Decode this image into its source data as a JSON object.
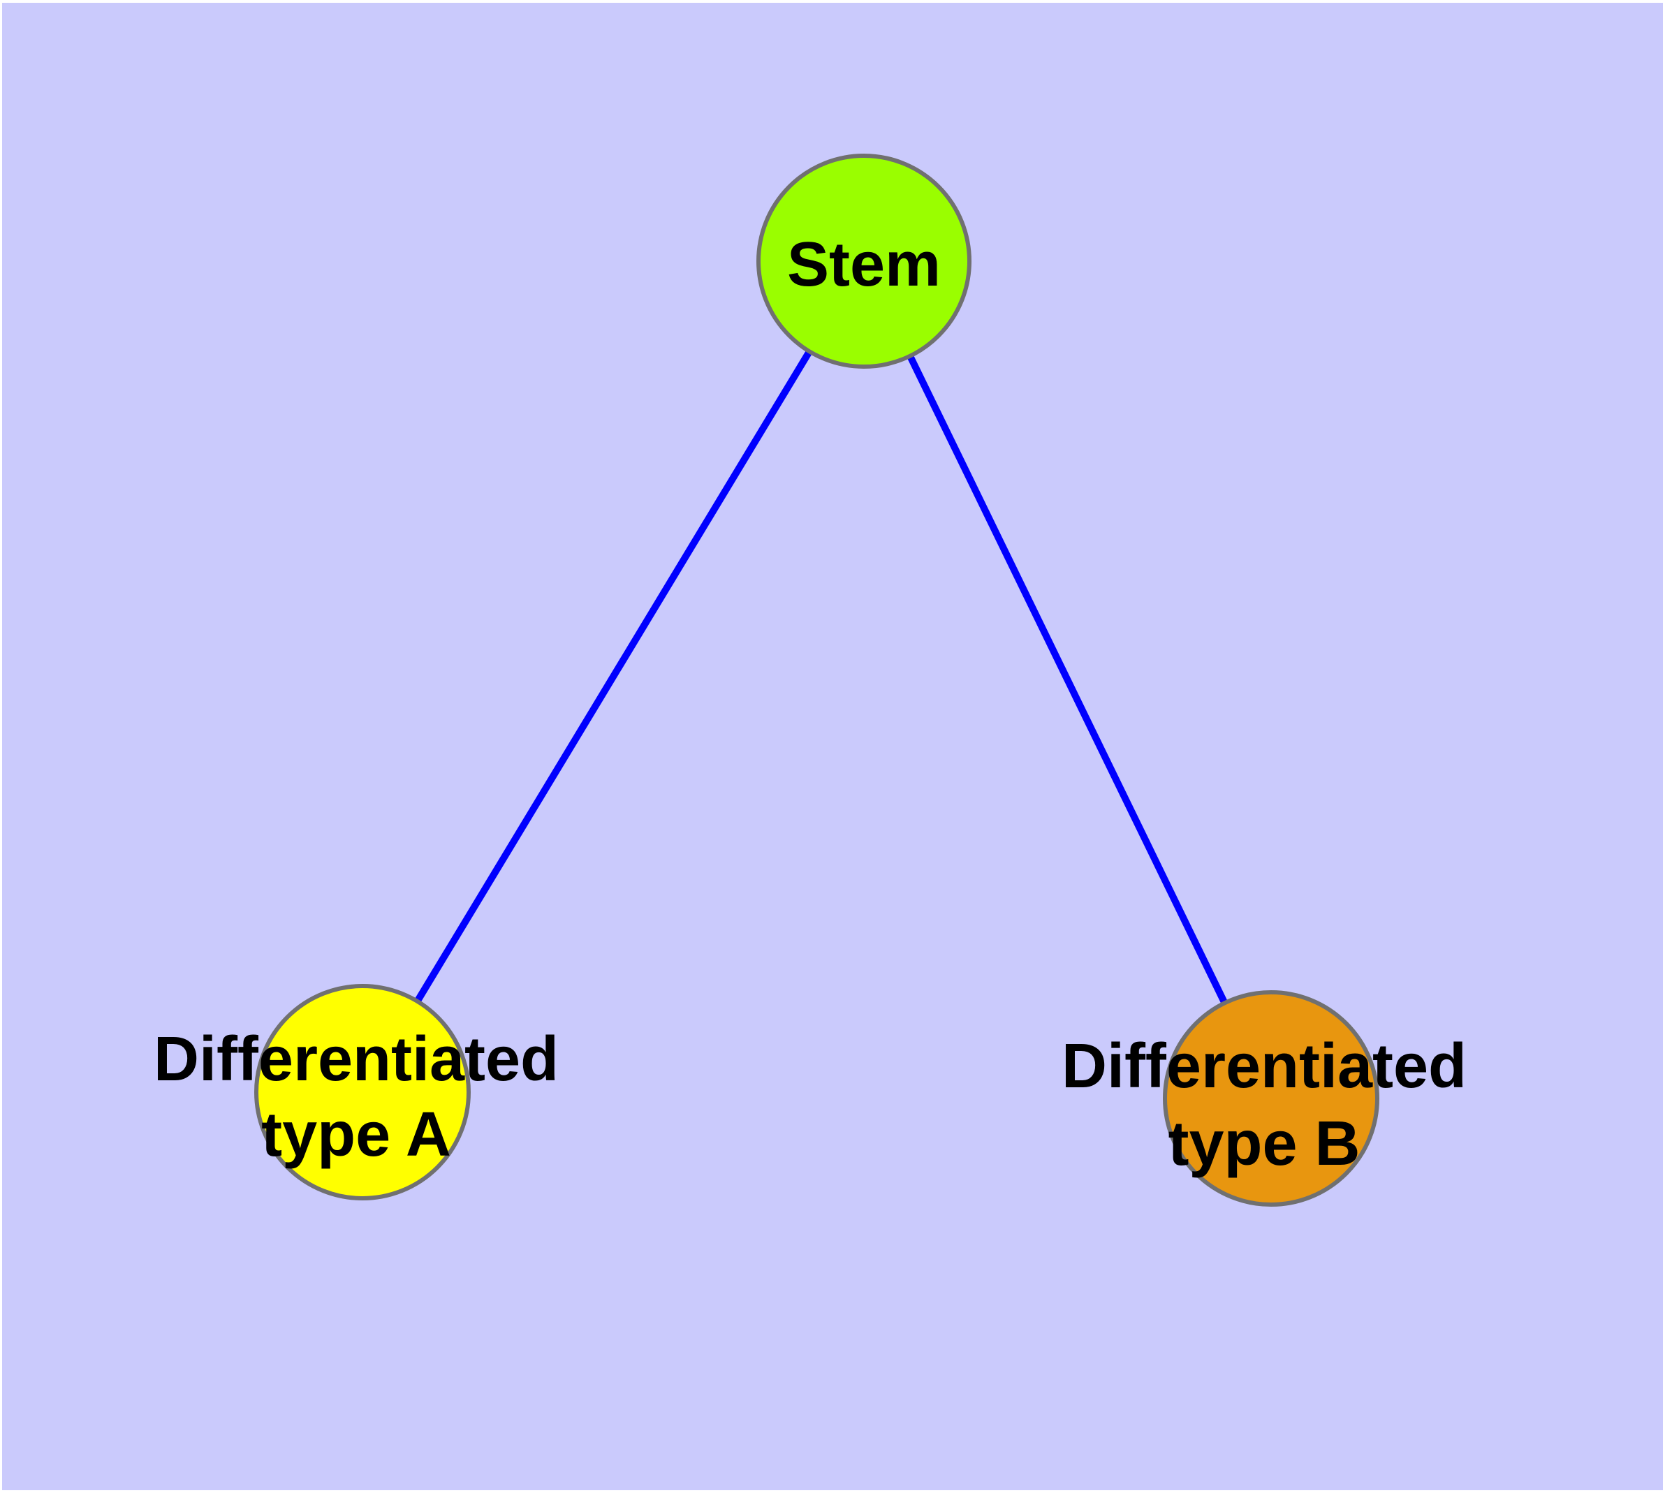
{
  "diagram": {
    "type": "node-link-graph",
    "background_color": "#CACAFC",
    "page_margin_color": "#FFFFFF",
    "edge_color": "#0000FE",
    "node_border_color": "#707070",
    "label_color": "#000000",
    "nodes": [
      {
        "id": "stem",
        "label": "Stem",
        "label_line1": "Stem",
        "label_line2": "",
        "color": "#9AFE00"
      },
      {
        "id": "differentiated-type-a",
        "label": "Differentiated type A",
        "label_line1": "Differentiated",
        "label_line2": "type A",
        "color": "#FFFF00"
      },
      {
        "id": "differentiated-type-b",
        "label": "Differentiated type B",
        "label_line1": "Differentiated",
        "label_line2": "type B",
        "color": "#E8960F"
      }
    ],
    "edges": [
      {
        "from": "Stem",
        "to": "Differentiated type A"
      },
      {
        "from": "Stem",
        "to": "Differentiated type B"
      }
    ]
  }
}
